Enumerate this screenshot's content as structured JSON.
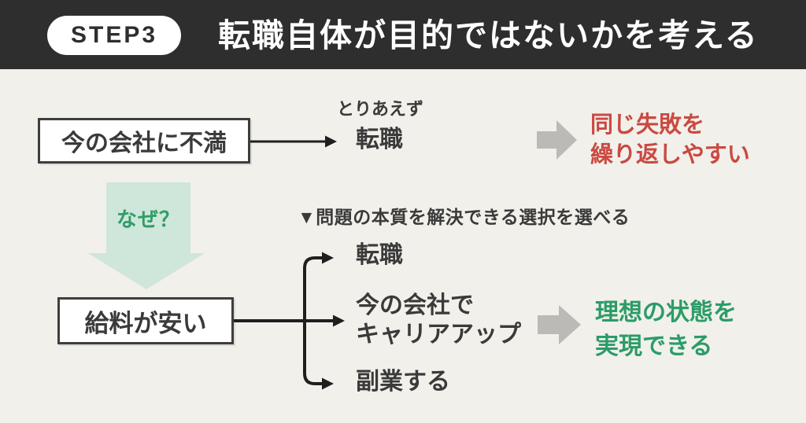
{
  "header": {
    "step_badge": "STEP3",
    "title": "転職自体が目的ではないかを考える"
  },
  "flow_top": {
    "source": "今の会社に不満",
    "qualifier": "とりあえず",
    "action": "転職",
    "result": "同じ失敗を\n繰り返しやすい"
  },
  "why_arrow": {
    "label": "なぜ？"
  },
  "flow_bottom": {
    "source": "給料が安い",
    "section_label": "▼問題の本質を解決できる選択を選べる",
    "options": [
      "転職",
      "今の会社で\nキャリアアップ",
      "副業する"
    ],
    "result": "理想の状態を\n実現できる"
  },
  "palette": {
    "background": "#f2f0ea",
    "header_bg": "#2e2e2e",
    "badge_bg": "#ffffff",
    "line_stroke": "#1f1f1f",
    "box_border": "#3e3e3e",
    "gray_arrow": "#bcbab6",
    "mint_arrow": "#cfe6da",
    "negative_red": "#c94a42",
    "positive_green": "#2b9c68",
    "why_green": "#2f9d68"
  }
}
